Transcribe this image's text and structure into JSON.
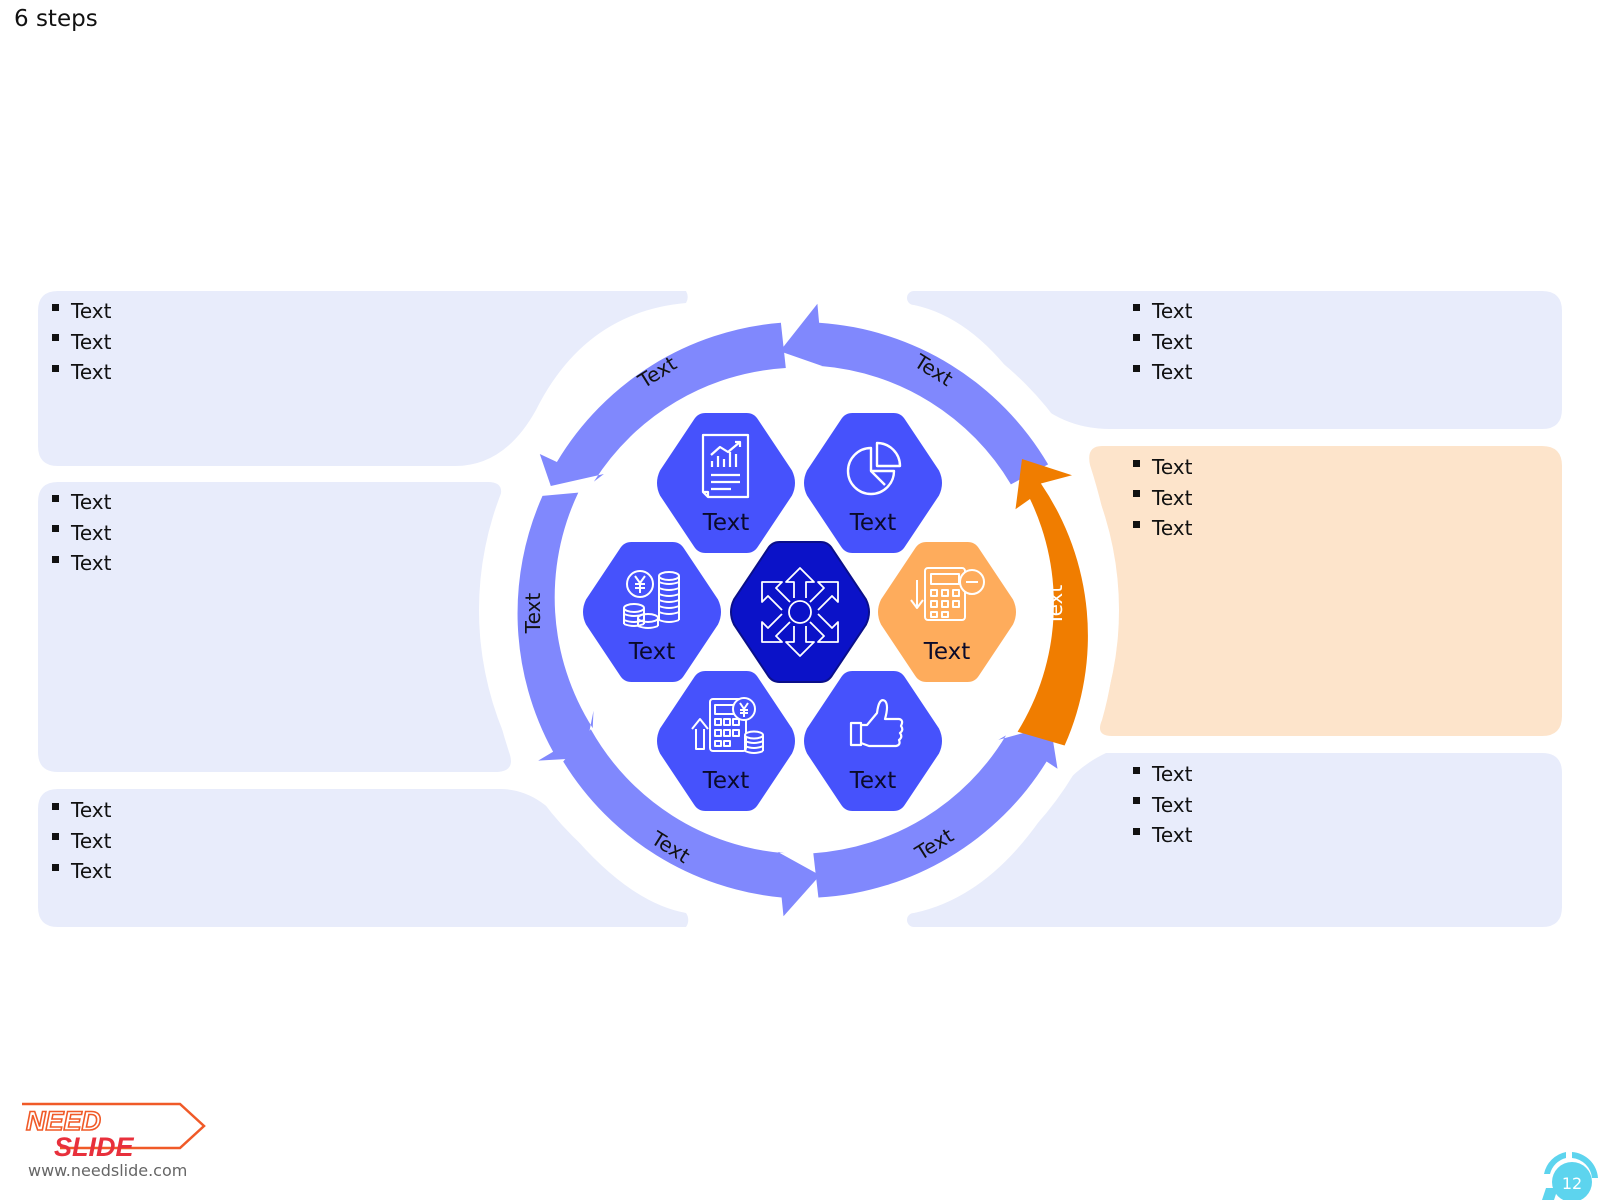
{
  "slide": {
    "title": "6 steps"
  },
  "panels": {
    "top_left": [
      "Text",
      "Text",
      "Text"
    ],
    "middle_left": [
      "Text",
      "Text",
      "Text"
    ],
    "bottom_left": [
      "Text",
      "Text",
      "Text"
    ],
    "top_right": [
      "Text",
      "Text",
      "Text"
    ],
    "middle_right": [
      "Text",
      "Text",
      "Text"
    ],
    "bottom_right": [
      "Text",
      "Text",
      "Text"
    ]
  },
  "hexagons": [
    {
      "label": "Text",
      "icon": "report-chart-icon"
    },
    {
      "label": "Text",
      "icon": "pie-chart-icon"
    },
    {
      "label": "Text",
      "icon": "coins-yen-icon"
    },
    {
      "label": "Text",
      "icon": "calculator-minus-icon"
    },
    {
      "label": "Text",
      "icon": "calculator-yen-icon"
    },
    {
      "label": "Text",
      "icon": "thumbs-up-icon"
    }
  ],
  "center_icon": "hub-arrows-icon",
  "ring_labels": {
    "top_left": "Text",
    "top_right": "Text",
    "left": "Text",
    "right": "Text",
    "bottom_left": "Text",
    "bottom_right": "Text"
  },
  "colors": {
    "panel": "#e8ecfb",
    "panel_highlight": "#fde4cb",
    "ring": "#8088fd",
    "ring_highlight": "#f07d00",
    "hex": "#4652fc",
    "hex_center": "#0b12c8",
    "hex_highlight": "#feac5c"
  },
  "footer": {
    "logo_line1": "NEED",
    "logo_line2": "SLIDE",
    "url": "www.needslide.com",
    "page": "12"
  }
}
